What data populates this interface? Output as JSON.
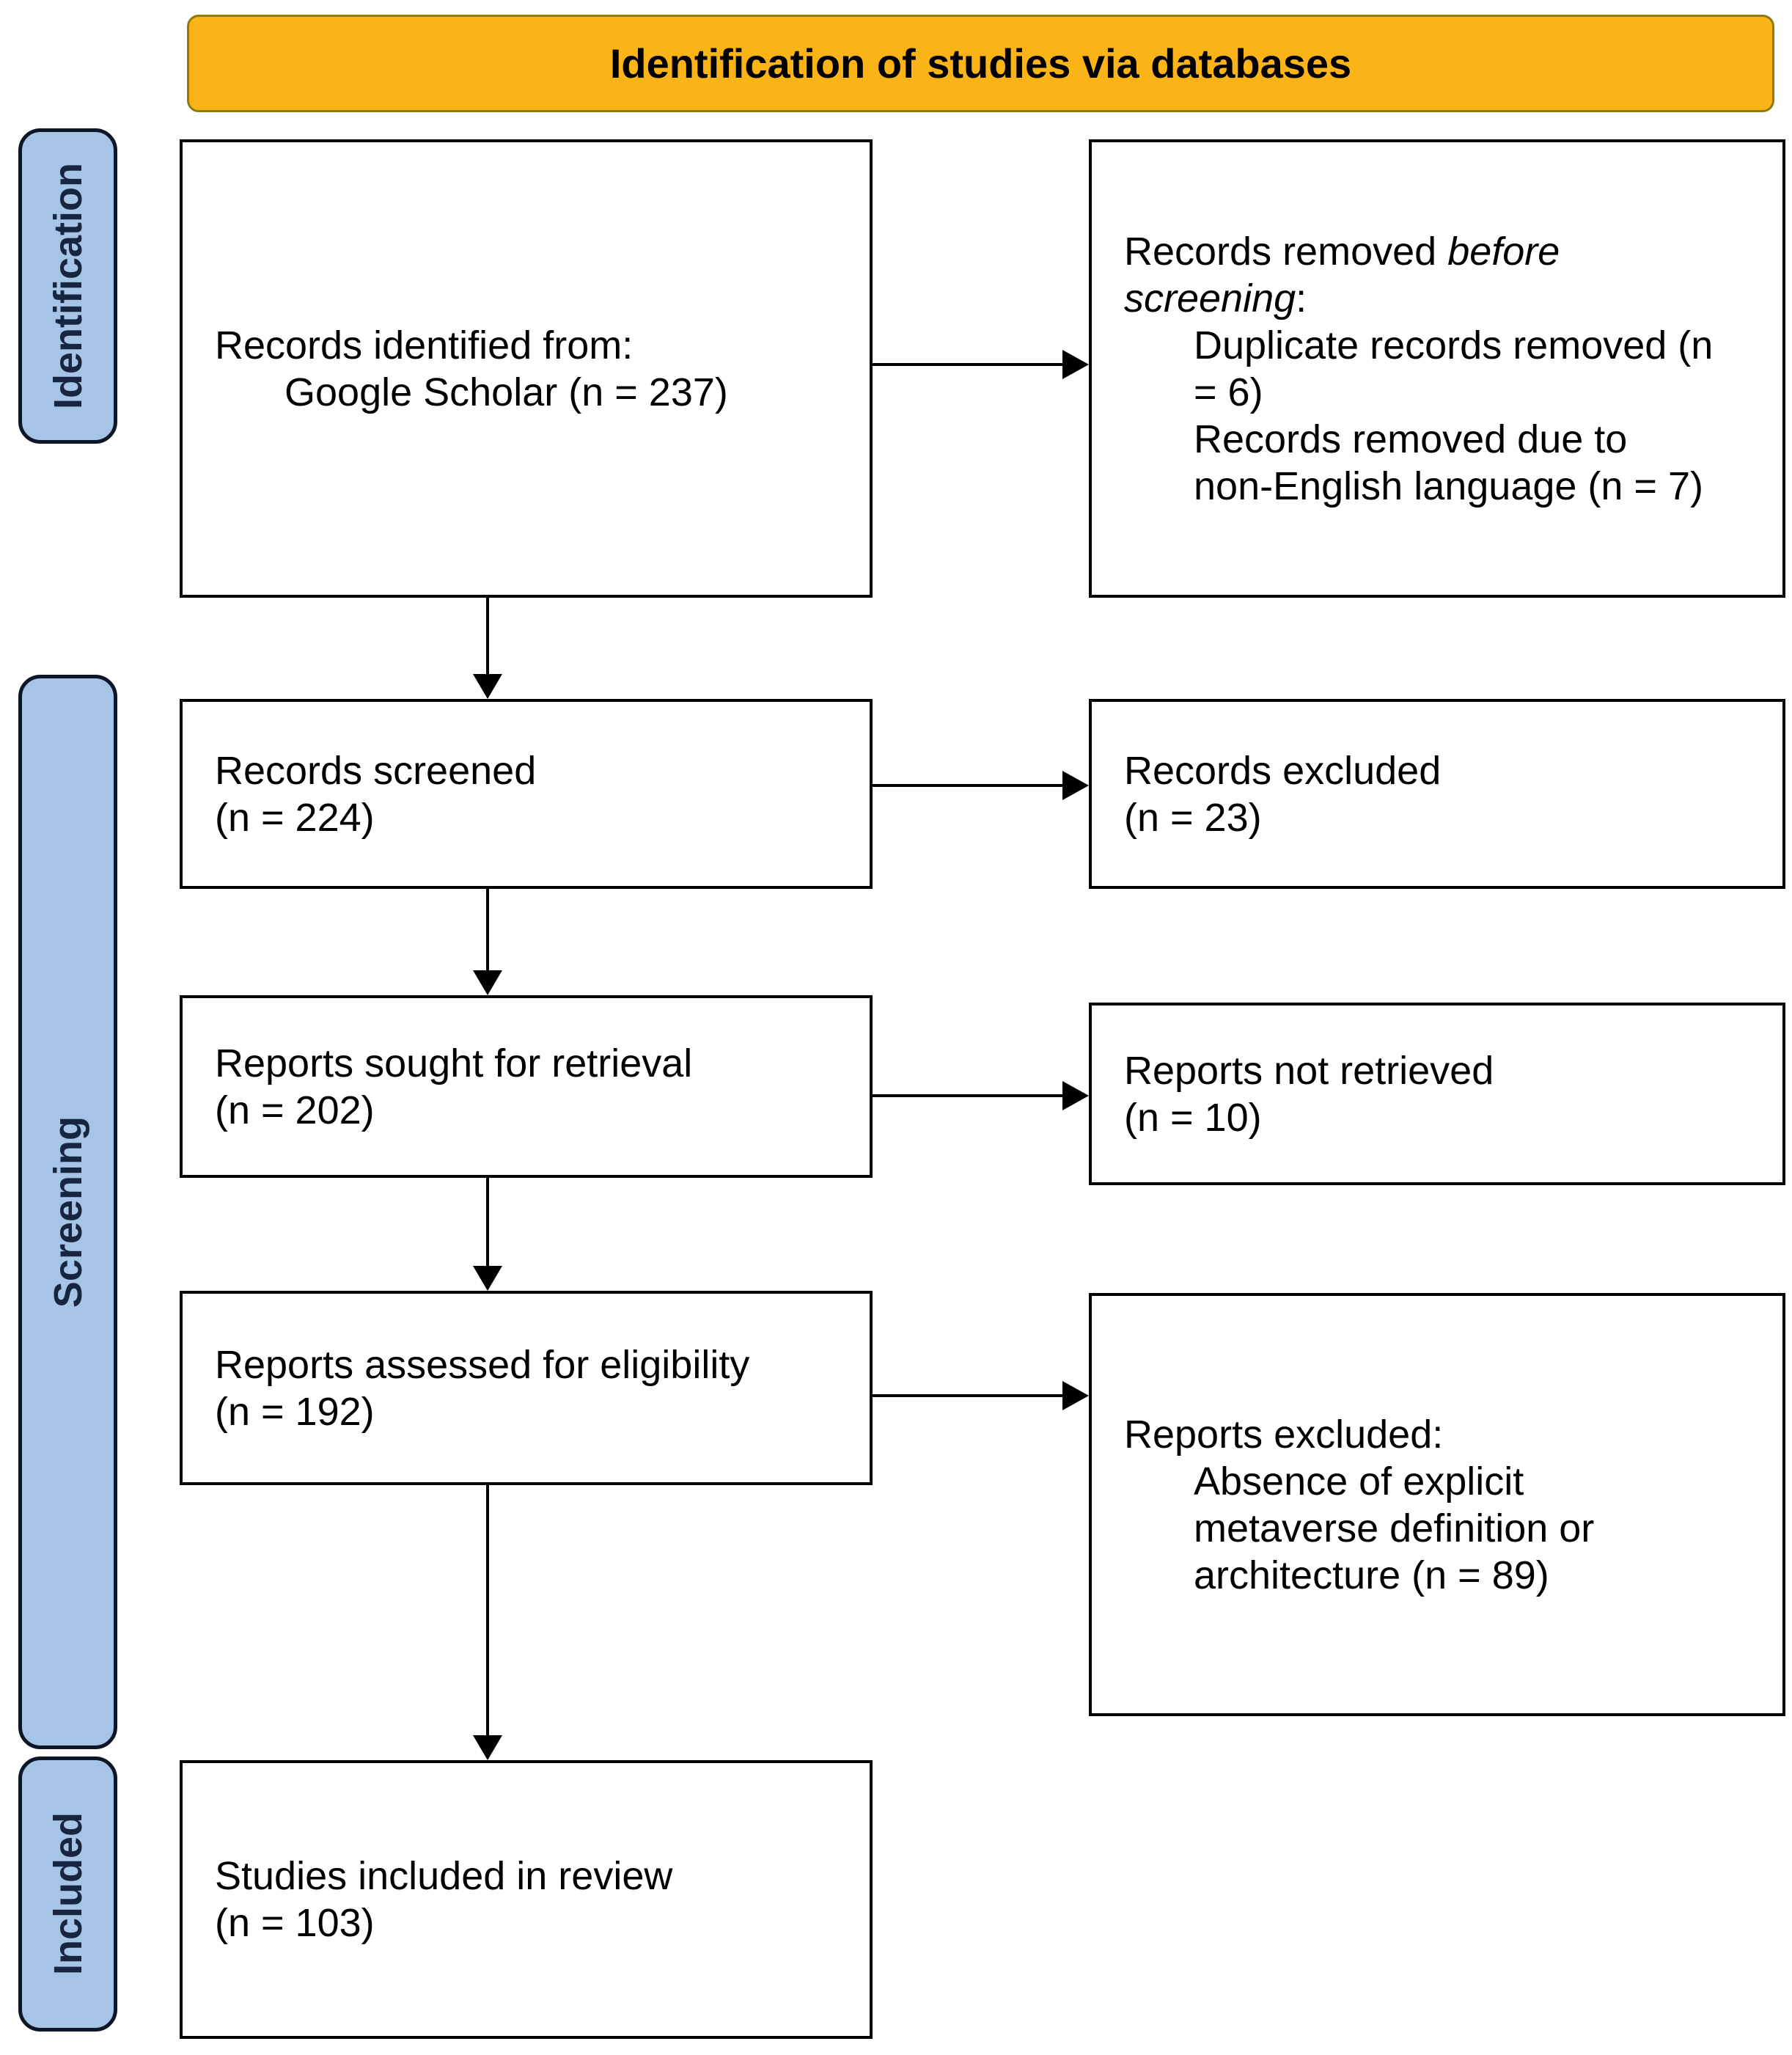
{
  "banner": {
    "title": "Identification of studies via databases"
  },
  "stages": [
    {
      "label": "Identification"
    },
    {
      "label": "Screening"
    },
    {
      "label": "Included"
    }
  ],
  "nodes": {
    "records_identified": {
      "line1": "Records identified from:",
      "line2": "Google Scholar (n = 237)"
    },
    "records_removed": {
      "prefix": "Records removed ",
      "emphasis": "before screening",
      "suffix": ":",
      "items": [
        "Duplicate records removed (n = 6)",
        "Records removed due to non-English language (n = 7)"
      ]
    },
    "records_screened": {
      "line1": "Records screened",
      "line2": "(n = 224)"
    },
    "records_excluded": {
      "line1": "Records excluded",
      "line2": "(n = 23)"
    },
    "reports_sought": {
      "line1": "Reports sought for retrieval",
      "line2": "(n = 202)"
    },
    "reports_not_retrieved": {
      "line1": "Reports not retrieved",
      "line2": "(n = 10)"
    },
    "reports_assessed": {
      "line1": "Reports assessed for eligibility",
      "line2": "(n = 192)"
    },
    "reports_excluded": {
      "header": "Reports excluded:",
      "items": [
        "Absence of explicit metaverse definition or architecture (n = 89)"
      ]
    },
    "studies_included": {
      "line1": "Studies included in review",
      "line2": "(n = 103)"
    }
  },
  "colors": {
    "background": "#ffffff",
    "banner_bg": "#FBB417",
    "banner_border": "#8f7a12",
    "banner_text": "#000000",
    "stage_bg": "#A5C4E6",
    "stage_border": "#0d1626",
    "stage_text": "#17253f",
    "box_bg": "#ffffff",
    "box_border": "#000000",
    "text": "#000000",
    "arrow": "#000000"
  }
}
